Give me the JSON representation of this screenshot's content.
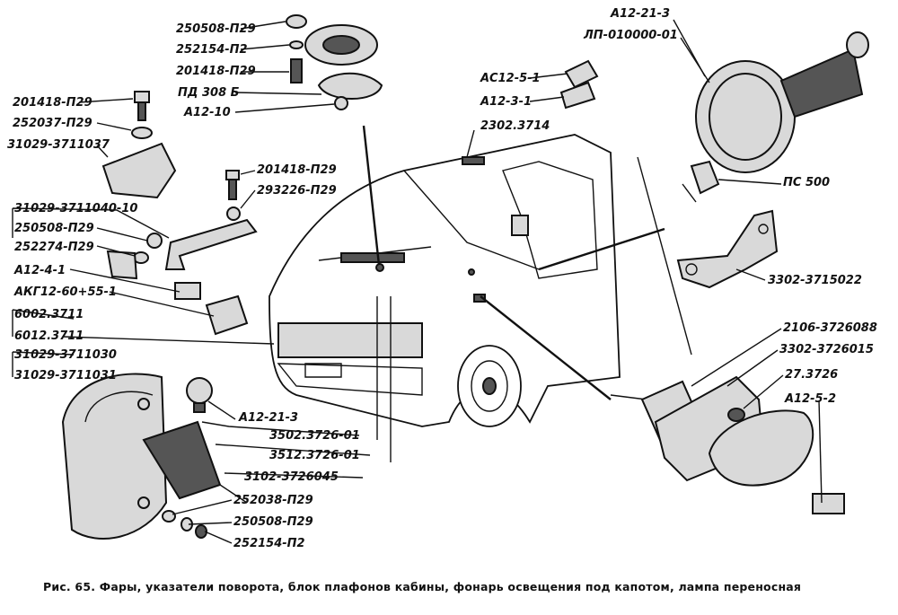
{
  "labels": {
    "l_250508_P29_top": "250508-П29",
    "l_252154_P2_top": "252154-П2",
    "l_201418_P29_top": "201418-П29",
    "l_PD308B": "ПД 308 Б",
    "l_A12_10": "А12-10",
    "l_201418_P29_left": "201418-П29",
    "l_252037_P29": "252037-П29",
    "l_31029_3711037": "31029-3711037",
    "l_201418_P29_mid": "201418-П29",
    "l_293226_P29": "293226-П29",
    "l_31029_3711040_10": "31029-3711040-10",
    "l_250508_P29_left": "250508-П29",
    "l_252274_P29": "252274-П29",
    "l_A12_4_1": "А12-4-1",
    "l_AKG12": "АКГ12-60+55-1",
    "l_6002_3711": "6002.3711",
    "l_6012_3711": "6012.3711",
    "l_31029_3711030": "31029-3711030",
    "l_31029_3711031": "31029-3711031",
    "l_AC12_5_1": "АС12-5-1",
    "l_A12_3_1": "А12-3-1",
    "l_2302_3714": "2302.3714",
    "l_A12_21_3_top": "А12-21-3",
    "l_LP_010000_01": "ЛП-010000-01",
    "l_PS500": "ПС 500",
    "l_3302_3715022": "3302-3715022",
    "l_2106_3726088": "2106-3726088",
    "l_3302_3726015": "3302-3726015",
    "l_27_3726": "27.3726",
    "l_A12_5_2": "А12-5-2",
    "l_A12_21_3_mid": "А12-21-3",
    "l_3502_3726_01": "3502.3726-01",
    "l_3512_3726_01": "3512.3726-01",
    "l_3102_3726045": "3102-3726045",
    "l_252038_P29": "252038-П29",
    "l_250508_P29_bot": "250508-П29",
    "l_252154_P2_bot": "252154-П2"
  },
  "caption": "Рис. 65. Фары, указатели поворота, блок плафонов кабины, фонарь освещения под капотом, лампа переносная"
}
